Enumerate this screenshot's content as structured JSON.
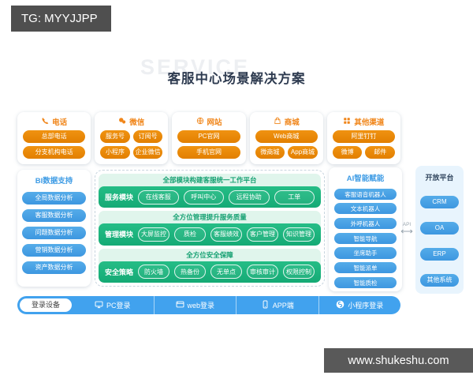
{
  "badge": {
    "text": "TG: MYYJJPP"
  },
  "header": {
    "watermark": "SERVICE",
    "title": "客服中心场景解决方案"
  },
  "channels": [
    {
      "label": "电话",
      "icon": "phone-icon",
      "rows": [
        [
          "总部电话"
        ],
        [
          "分支机构电话"
        ]
      ]
    },
    {
      "label": "微信",
      "icon": "wechat-icon",
      "rows": [
        [
          "服务号",
          "订阅号"
        ],
        [
          "小程序",
          "企业微信"
        ]
      ]
    },
    {
      "label": "网站",
      "icon": "website-icon",
      "rows": [
        [
          "PC官网"
        ],
        [
          "手机官网"
        ]
      ]
    },
    {
      "label": "商城",
      "icon": "mall-icon",
      "rows": [
        [
          "Web商城"
        ],
        [
          "微商城",
          "App商城"
        ]
      ]
    },
    {
      "label": "其他渠道",
      "icon": "grid-icon",
      "rows": [
        [
          "阿里钉钉"
        ],
        [
          "微博",
          "邮件"
        ]
      ]
    }
  ],
  "bi": {
    "title": "BI数据支持",
    "items": [
      "全局数据分析",
      "客服数据分析",
      "问题数据分析",
      "营销数据分析",
      "资产数据分析"
    ]
  },
  "platform": {
    "sections": [
      {
        "header": "全部模块构建客服统一工作平台",
        "label": "服务模块",
        "pills": [
          "在线客服",
          "呼叫中心",
          "远程协助",
          "工单"
        ]
      },
      {
        "header": "全方位管理提升服务质量",
        "label": "管理模块",
        "pills": [
          "大屏监控",
          "质检",
          "客服绩效",
          "客户管理",
          "知识管理"
        ]
      },
      {
        "header": "全方位安全保障",
        "label": "安全策略",
        "pills": [
          "防火墙",
          "热备份",
          "无单点",
          "审核审计",
          "权限控制"
        ]
      }
    ]
  },
  "ai": {
    "title": "AI智能赋能",
    "items": [
      "客服语音机器人",
      "文本机器人",
      "外呼机器人",
      "智能导航",
      "坐席助手",
      "智能派单",
      "智能质检"
    ]
  },
  "api": {
    "label": "API"
  },
  "open_platform": {
    "title": "开放平台",
    "items": [
      "CRM",
      "OA",
      "ERP",
      "其他系统"
    ]
  },
  "login_bar": {
    "device": "登录设备",
    "items": [
      {
        "label": "PC登录",
        "icon": "monitor-icon"
      },
      {
        "label": "web登录",
        "icon": "browser-icon"
      },
      {
        "label": "APP端",
        "icon": "smartphone-icon"
      },
      {
        "label": "小程序登录",
        "icon": "miniprogram-icon"
      }
    ]
  },
  "footer": {
    "url": "www.shukeshu.com"
  },
  "colors": {
    "orange": "#ec8a08",
    "orange_text": "#f08519",
    "blue": "#46a1e8",
    "blue_text": "#3f9ce5",
    "green_band": "#1cb47c",
    "green_light": "#e0f5ec",
    "green_text": "#16a172",
    "bar_blue": "#41a2ee",
    "badge_gray": "#4f4f4f",
    "footer_gray": "#595959",
    "title_color": "#2e3b50",
    "open_platform_bg": "#e8f4fd"
  }
}
